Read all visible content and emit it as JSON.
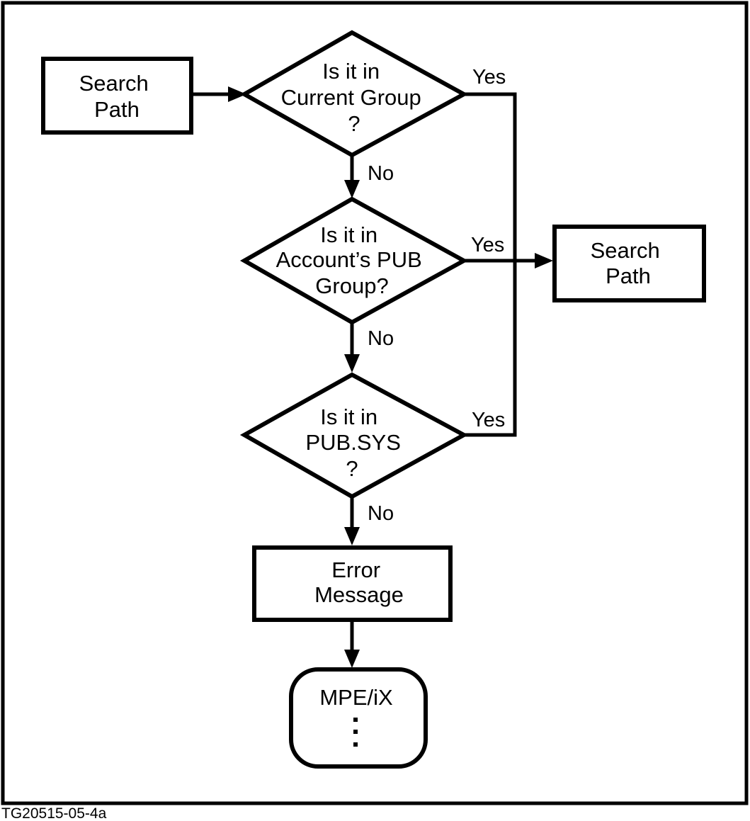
{
  "diagram": {
    "nodes": {
      "search_path_start": [
        "Search",
        "Path"
      ],
      "decision_current_group": [
        "Is it in",
        "Current Group",
        "?"
      ],
      "decision_account_pub": [
        "Is it in",
        "Account’s PUB",
        "Group?"
      ],
      "decision_pub_sys": [
        "Is it in",
        "PUB.SYS",
        "?"
      ],
      "search_path_result": [
        "Search",
        "Path"
      ],
      "error_message": [
        "Error",
        "Message"
      ],
      "mpe_ix": [
        "MPE/iX"
      ]
    },
    "edge_labels": {
      "current_group_yes": "Yes",
      "current_group_no": "No",
      "account_pub_yes": "Yes",
      "account_pub_no": "No",
      "pub_sys_yes": "Yes",
      "pub_sys_no": "No"
    },
    "caption": "TG20515-05-4a"
  }
}
